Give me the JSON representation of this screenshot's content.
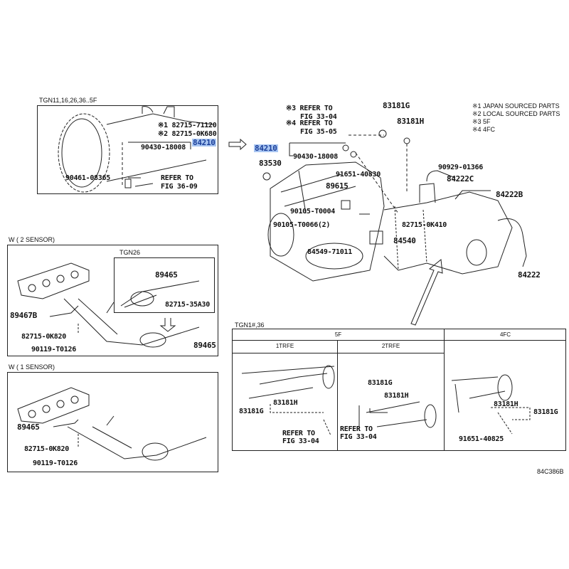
{
  "top_left": {
    "caption": "TGN11,16,26,36..5F",
    "labels": [
      "※1 82715-71120",
      "※2 82715-0K680",
      "84210",
      "90430-18008",
      "90461-08365",
      "REFER TO",
      "FIG 36-09"
    ]
  },
  "main": {
    "labels": [
      "※3 REFER TO",
      "FIG 33-04",
      "※4 REFER TO",
      "FIG 35-05",
      "83181G",
      "83181H",
      "84210",
      "90430-18008",
      "83530",
      "91651-40830",
      "89615",
      "90929-01366",
      "84222C",
      "84222B",
      "90105-T0004",
      "90105-T0066(2)",
      "82715-0K410",
      "84540",
      "84549-71011",
      "84222"
    ],
    "legend": [
      "※1  JAPAN SOURCED PARTS",
      "※2  LOCAL SOURCED PARTS",
      "※3  5F",
      "※4  4FC"
    ]
  },
  "two_sensor": {
    "caption": "W ( 2 SENSOR)",
    "inset_caption": "TGN26",
    "labels": [
      "89465",
      "82715-35A30",
      "89467B",
      "82715-0K820",
      "90119-T0126",
      "89465"
    ]
  },
  "one_sensor": {
    "caption": "W ( 1 SENSOR)",
    "labels": [
      "89465",
      "82715-0K820",
      "90119-T0126"
    ]
  },
  "table": {
    "caption": "TGN1#,36",
    "headers": [
      "5F",
      "4FC"
    ],
    "subheaders": [
      "1TRFE",
      "2TRFE"
    ],
    "c1": [
      "83181H",
      "83181G",
      "REFER TO",
      "FIG 33-04"
    ],
    "c2": [
      "83181G",
      "83181H",
      "REFER TO",
      "FIG 33-04"
    ],
    "c3": [
      "83181H",
      "83181G",
      "91651-40825"
    ]
  },
  "figure_id": "84C386B",
  "highlight_color": "#a9c6f2"
}
